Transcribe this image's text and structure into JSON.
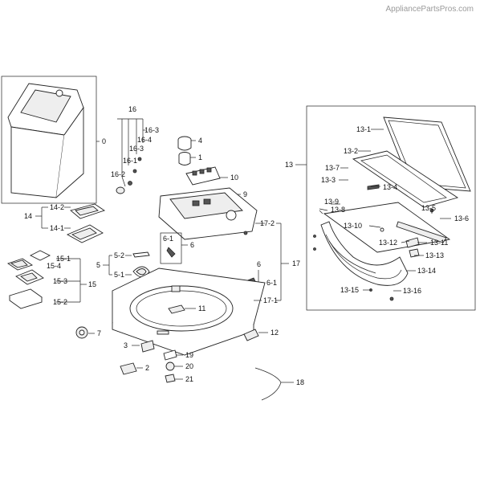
{
  "watermark": "AppliancePartsPros.com",
  "callouts": {
    "c0": "0",
    "c1": "1",
    "c2": "2",
    "c3": "3",
    "c4": "4",
    "c5": "5",
    "c5_1": "5-1",
    "c5_2": "5-2",
    "c6a": "6",
    "c6_1a": "6-1",
    "c6b": "6",
    "c6_1b": "6-1",
    "c7": "7",
    "c9": "9",
    "c10": "10",
    "c11": "11",
    "c12": "12",
    "c13": "13",
    "c13_1": "13-1",
    "c13_2": "13-2",
    "c13_3": "13-3",
    "c13_4": "13-4",
    "c13_5": "13-5",
    "c13_6": "13-6",
    "c13_7": "13-7",
    "c13_8": "13-8",
    "c13_9": "13-9",
    "c13_10": "13-10",
    "c13_11": "13-11",
    "c13_12": "13-12",
    "c13_13": "13-13",
    "c13_14": "13-14",
    "c13_15": "13-15",
    "c13_16": "13-16",
    "c14": "14",
    "c14_1": "14-1",
    "c14_2": "14-2",
    "c15": "15",
    "c15_1": "15-1",
    "c15_2": "15-2",
    "c15_3": "15-3",
    "c15_4": "15-4",
    "c16": "16",
    "c16_1": "16-1",
    "c16_2": "16-2",
    "c16_3a": "16-3",
    "c16_3b": "16-3",
    "c16_4": "16-4",
    "c17": "17",
    "c17_1": "17-1",
    "c17_2": "17-2",
    "c18": "18",
    "c19": "19",
    "c20": "20",
    "c21": "21"
  }
}
